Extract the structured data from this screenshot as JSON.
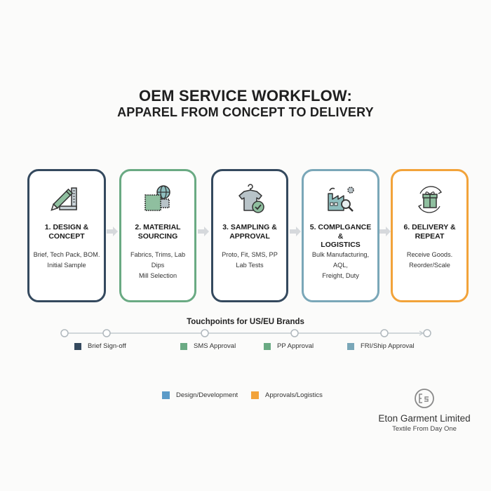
{
  "title": {
    "line1": "OEM SERVICE WORKFLOW:",
    "line2": "APPAREL FROM CONCEPT TO DELIVERY"
  },
  "colors": {
    "navy": "#34495e",
    "green": "#6aaa83",
    "steel_blue": "#7aa7b8",
    "orange": "#f2a33a",
    "arrow_gray": "#d6d9dc",
    "icon_fill_green": "#8fbf9f",
    "icon_fill_gray": "#b8c3c8"
  },
  "steps": [
    {
      "number_label": "1. DESIGN &",
      "label_line2": "CONCEPT",
      "desc_line1": "Brief, Tech Pack, BOM.",
      "desc_line2": "Initial Sample",
      "icon": "pencil-ruler-icon",
      "border_color": "#34495e"
    },
    {
      "number_label": "2. MATERIAL",
      "label_line2": "SOURCING",
      "desc_line1": "Fabrics, Trims, Lab Dips",
      "desc_line2": "Mill Selection",
      "icon": "fabric-globe-icon",
      "border_color": "#6aaa83"
    },
    {
      "number_label": "3. SAMPLING &",
      "label_line2": "APPROVAL",
      "desc_line1": "Proto, Fit, SMS, PP",
      "desc_line2": "Lab Tests",
      "icon": "shirt-check-icon",
      "border_color": "#34495e"
    },
    {
      "number_label": "5. COMPLGANCE &",
      "label_line2": "LOGISTICS",
      "desc_line1": "Bulk Manufacturing, AQL,",
      "desc_line2": "Freight, Duty",
      "icon": "factory-inspect-icon",
      "border_color": "#7aa7b8"
    },
    {
      "number_label": "6. DELIVERY &",
      "label_line2": "REPEAT",
      "desc_line1": "Receive Goods.",
      "desc_line2": "Reorder/Scale",
      "icon": "gift-cycle-icon",
      "border_color": "#f2a33a"
    }
  ],
  "touchpoints": {
    "title": "Touchpoints for US/EU Brands",
    "nodes_x": [
      92,
      152,
      292,
      420,
      548,
      609
    ],
    "items": [
      {
        "label": "Brief Sign-off",
        "color": "#34495e"
      },
      {
        "label": "SMS Approval",
        "color": "#6aaa83"
      },
      {
        "label": "PP Approval",
        "color": "#6aaa83"
      },
      {
        "label": "FRI/Ship Approval",
        "color": "#7aa7b8"
      }
    ]
  },
  "legend": [
    {
      "label": "Design/Development",
      "color": "#5b9bc8"
    },
    {
      "label": "Approvals/Logistics",
      "color": "#f2a33a"
    }
  ],
  "brand": {
    "logo_text": "Es",
    "name": "Eton Garment Limited",
    "tagline": "Textile From Day One"
  }
}
